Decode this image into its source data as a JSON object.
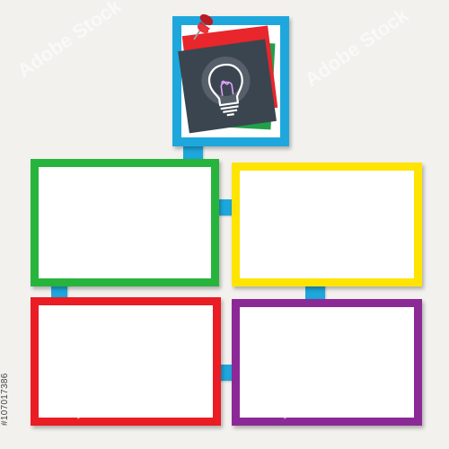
{
  "palette": {
    "background": "#f3f1ee",
    "blue": "#1ea7dc",
    "green": "#27b43c",
    "yellow": "#ffe400",
    "red": "#ea1c24",
    "purple": "#8b2a96",
    "sticky_red": "#e8262b",
    "sticky_green": "#22a04a",
    "sticky_dark": "#3a4550",
    "pin": "#d8232a"
  },
  "icons": {
    "idea": "lightbulb-icon",
    "pin": "pushpin-icon"
  },
  "frames": [
    {
      "name": "green",
      "color": "#27b43c"
    },
    {
      "name": "yellow",
      "color": "#ffe400"
    },
    {
      "name": "red",
      "color": "#ea1c24"
    },
    {
      "name": "purple",
      "color": "#8b2a96"
    }
  ],
  "watermark": "Adobe Stock",
  "stock_id": "#107017386"
}
